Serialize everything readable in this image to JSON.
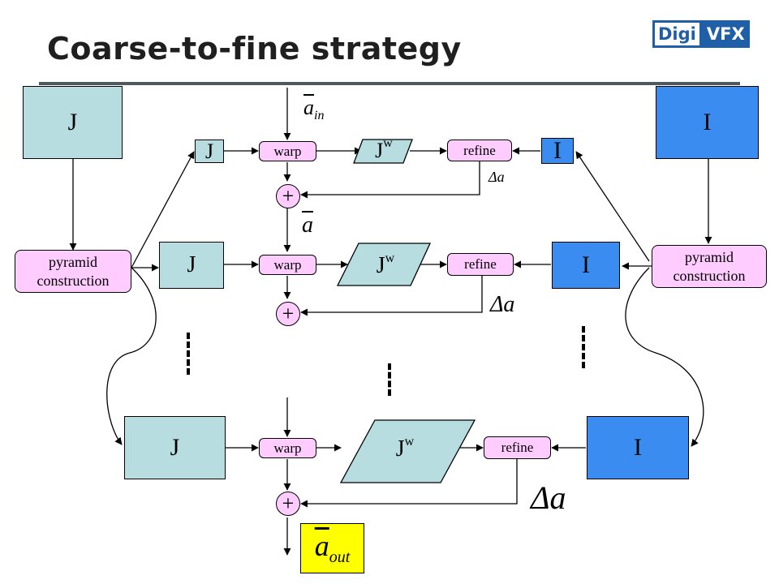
{
  "title": "Coarse-to-fine strategy",
  "logo": {
    "left": "Digi",
    "right": "VFX"
  },
  "source_J": "J",
  "source_I": "I",
  "pyramid_left": {
    "line1": "pyramid",
    "line2": "construction"
  },
  "pyramid_right": {
    "line1": "pyramid",
    "line2": "construction"
  },
  "levels": [
    {
      "J": "J",
      "warp": "warp",
      "Jw_base": "J",
      "Jw_sup": "w",
      "refine": "refine",
      "I": "I",
      "plus": "+",
      "delta": "Δa"
    },
    {
      "J": "J",
      "warp": "warp",
      "Jw_base": "J",
      "Jw_sup": "w",
      "refine": "refine",
      "I": "I",
      "plus": "+",
      "delta": "Δa"
    },
    {
      "J": "J",
      "warp": "warp",
      "Jw_base": "J",
      "Jw_sup": "w",
      "refine": "refine",
      "I": "I",
      "plus": "+",
      "delta": "Δa"
    }
  ],
  "a_in": {
    "base": "a",
    "sub": "in"
  },
  "a_mid": "a",
  "a_out": {
    "base": "a",
    "sub": "out"
  },
  "colors": {
    "teal": "#b7dde0",
    "blue": "#3a8cf0",
    "pink": "#ffccff",
    "yellow": "#ffff00",
    "logo": "#1f5fa8"
  }
}
